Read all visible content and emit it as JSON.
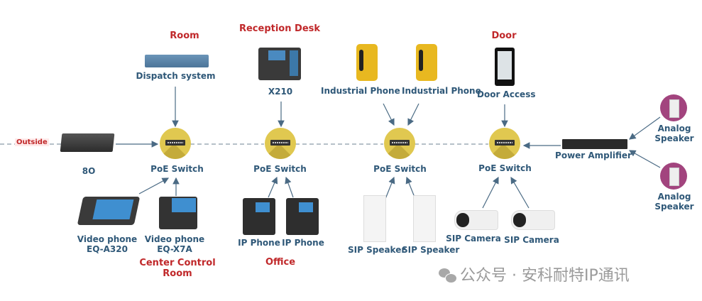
{
  "locations": {
    "room": "Room",
    "reception": "Reception Desk",
    "door": "Door",
    "center_control": "Center Control Room",
    "office": "Office",
    "outside": "Outside"
  },
  "devices": {
    "dispatch": "Dispatch system",
    "x210": "X210",
    "industrial_1": "Industrial Phone",
    "industrial_2": "Industrial Phone",
    "door_access": "Door Access",
    "router": "8O",
    "switch_1": "PoE Switch",
    "switch_2": "PoE Switch",
    "switch_3": "PoE Switch",
    "switch_4": "PoE Switch",
    "power_amp": "Power Amplifier",
    "analog_1_l1": "Analog",
    "analog_1_l2": "Speaker",
    "analog_2_l1": "Analog",
    "analog_2_l2": "Speaker",
    "video_a320_l1": "Video phone",
    "video_a320_l2": "EQ-A320",
    "video_x7a_l1": "Video phone",
    "video_x7a_l2": "EQ-X7A",
    "ip_phone_1": "IP Phone",
    "ip_phone_2": "IP Phone",
    "sip_speaker_1": "SIP Speaker",
    "sip_speaker_2": "SIP Speaker",
    "sip_camera_1": "SIP Camera",
    "sip_camera_2": "SIP Camera"
  },
  "watermark": "公众号 · 安科耐特IP通讯",
  "colors": {
    "label": "#2f5878",
    "location": "#c0282a",
    "switch": "#e0c850",
    "analog": "#a2447e"
  }
}
